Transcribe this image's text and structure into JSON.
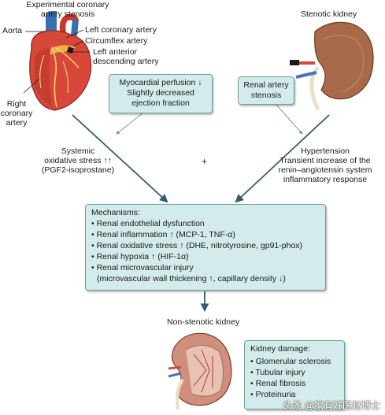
{
  "heart": {
    "title_line1": "Experimental coronary",
    "title_line2": "artery stenosis",
    "label_aorta": "Aorta",
    "label_left_coronary": "Left coronary artery",
    "label_circumflex": "Circumflex artery",
    "label_lad_line1": "Left anterior",
    "label_lad_line2": "descending artery",
    "label_right_coronary_line1": "Right",
    "label_right_coronary_line2": "coronary",
    "label_right_coronary_line3": "artery"
  },
  "kidney_top": {
    "label": "Stenotic kidney"
  },
  "perfusion_box": {
    "line1": "Myocardial perfusion ↓",
    "line2": "Slightly decreased",
    "line3": "ejection fraction"
  },
  "renal_box": {
    "line1": "Renal artery",
    "line2": "stenosis"
  },
  "systemic": {
    "line1": "Systemic",
    "line2": "oxidative stress ↑↑",
    "line3": "(PGF2-isoprostane)"
  },
  "plus": "+",
  "hypertension": {
    "line1": "Hypertension",
    "line2": "Transient increase of the",
    "line3": "renin–angiotensin system",
    "line4": "inflammatory response"
  },
  "mechanisms": {
    "title": "Mechanisms:",
    "items": [
      "• Renal endothelial dysfunction",
      "• Renal inflammation ↑ (MCP-1, TNF-α)",
      "• Renal oxidative stress ↑ (DHE, nitrotyrosine, gp91-phox)",
      "• Renal hypoxia ↑ (HIF-1α)",
      "• Renal microvascular injury",
      "(microvascular wall thickening ↑, capillary density ↓)"
    ]
  },
  "non_stenotic": {
    "label": "Non-stenotic kidney"
  },
  "damage": {
    "title": "Kidney damage:",
    "items": [
      "• Glomerular sclerosis",
      "• Tubular injury",
      "• Renal fibrosis",
      "• Proteinuria"
    ]
  },
  "watermark": "头条 @家有好医赵博士",
  "colors": {
    "box_fill": "#d3ebea",
    "box_border": "#6f9fa3",
    "arrow": "#2f5f6b",
    "heart_red": "#d8483a",
    "kidney_brown": "#a86a48"
  }
}
